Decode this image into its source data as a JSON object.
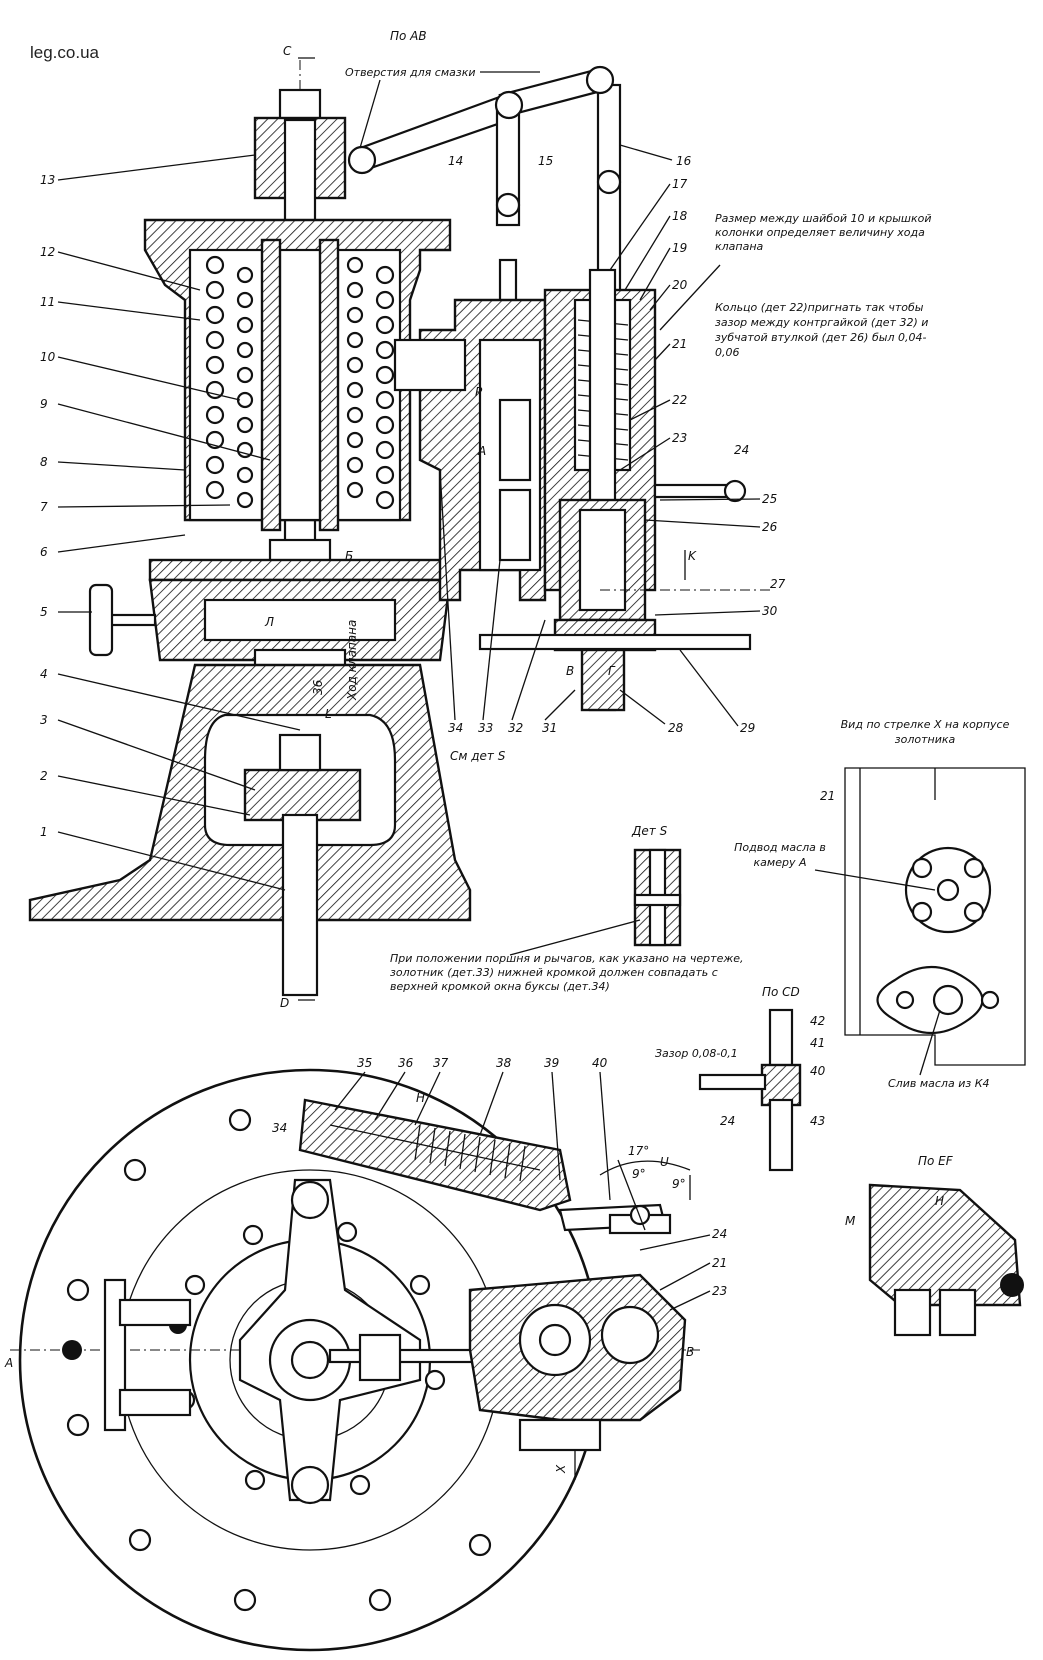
{
  "watermark": "leg.co.ua",
  "section_labels": {
    "view_ab": "По AB",
    "view_cd": "По CD",
    "view_ef": "По EF",
    "c_mark": "C",
    "d_mark": "D",
    "a_mark": "A",
    "b_mark": "B",
    "x_mark": "X",
    "k_mark": "K",
    "h_mark": "H",
    "m_mark": "M",
    "u_mark": "U",
    "chamber_b": "Б",
    "chamber_l": "Л",
    "chamber_r": "Р",
    "chamber_a": "А",
    "chamber_v": "В",
    "chamber_g": "Г",
    "label_l": "L"
  },
  "callouts": {
    "lubrication_holes": "Отверстия для смазки",
    "washer_note": "Размер между шайбой 10 и крышкой колонки определяет величину хода клапана",
    "ring_note": "Кольцо (дет 22)пригнать так чтобы зазор между контргайкой (дет 32) и зубчатой втулкой (дет 26) был 0,04-0,06",
    "see_det_s": "См дет S",
    "det_s": "Дет S",
    "valve_stroke_value": "36",
    "valve_stroke": "Ход клапана",
    "piston_note": "При положении поршня и рычагов, как указано на чертеже, золотник (дет.33) нижней кромкой должен совпадать с верхней кромкой окна буксы (дет.34)",
    "arrow_view": "Вид по стрелке X на корпусе золотника",
    "oil_supply": "Подвод масла в камеру А",
    "oil_drain": "Слив масла из К4",
    "gap": "Зазор 0,08-0,1",
    "angle_17": "17°",
    "angle_9a": "9°",
    "angle_9b": "9°"
  },
  "part_numbers": {
    "top_left": [
      "13",
      "12",
      "11",
      "10",
      "9",
      "8",
      "7",
      "6",
      "5",
      "4",
      "3",
      "2",
      "1"
    ],
    "top_links": [
      "14",
      "15",
      "16"
    ],
    "right_column": [
      "17",
      "18",
      "19",
      "20",
      "21",
      "22",
      "23",
      "24",
      "25",
      "26",
      "27",
      "30"
    ],
    "bottom_row": [
      "34",
      "33",
      "32",
      "31",
      "28",
      "29"
    ],
    "detail_ef": [
      "42",
      "41",
      "40",
      "24",
      "43"
    ],
    "view_x": [
      "21"
    ],
    "plan_top": [
      "35",
      "36",
      "37",
      "38",
      "39",
      "40",
      "34"
    ],
    "plan_right": [
      "24",
      "21",
      "23"
    ]
  }
}
